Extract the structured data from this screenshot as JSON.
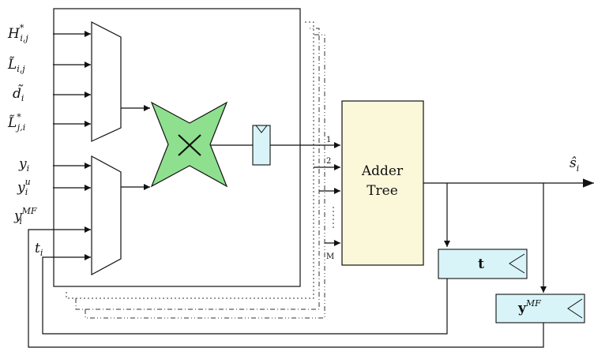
{
  "inputs_top": [
    {
      "base": "H",
      "sub": "i,j",
      "sup": "*"
    },
    {
      "base": "L̃",
      "sub": "i,j",
      "sup": ""
    },
    {
      "base": "d̃",
      "sub": "i",
      "sup": ""
    },
    {
      "base": "L̃",
      "sub": "j,i",
      "sup": "*"
    }
  ],
  "inputs_bottom": [
    {
      "base": "y",
      "sub": "i",
      "sup": ""
    },
    {
      "base": "y",
      "sub": "i",
      "sup": "u"
    },
    {
      "base": "y",
      "sub": "i",
      "sup": "MF"
    },
    {
      "base": "t",
      "sub": "i",
      "sup": ""
    }
  ],
  "adder": {
    "line1": "Adder",
    "line2": "Tree"
  },
  "ports": [
    "1",
    "2",
    "M"
  ],
  "output": {
    "base": "ŝ",
    "sub": "i"
  },
  "reg_t": {
    "label": "t"
  },
  "reg_ymf": {
    "base": "y",
    "sup": "MF"
  },
  "colors": {
    "multiplier": "#8ee08e",
    "register": "#d8f4f8",
    "adder": "#fbf8da"
  }
}
